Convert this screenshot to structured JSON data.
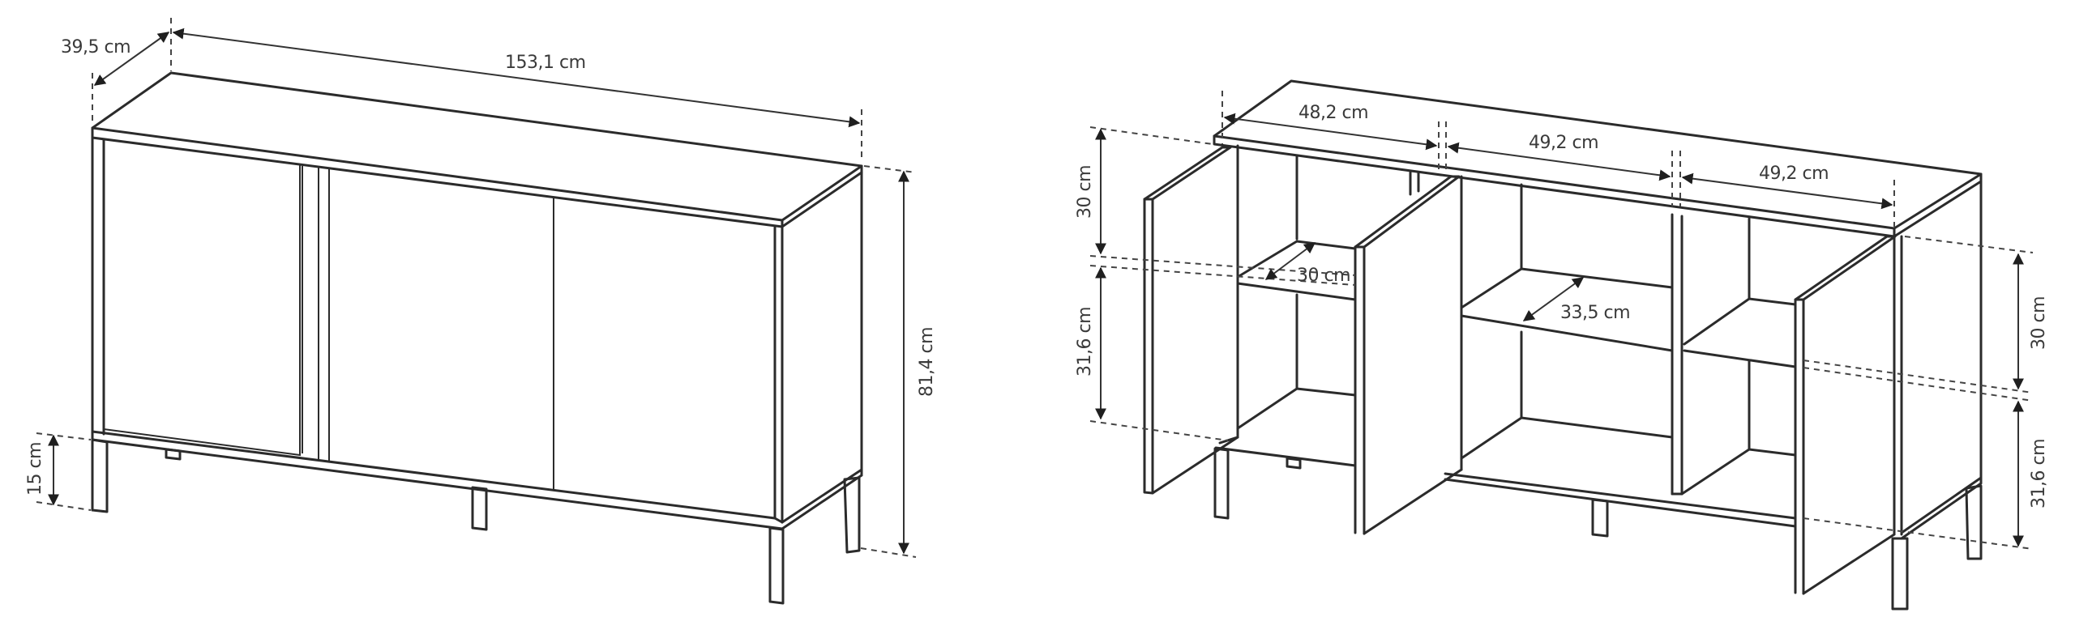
{
  "figure": {
    "title": "Sideboard dimension drawing",
    "views": [
      {
        "id": "closed-view",
        "description": "Sideboard with doors closed",
        "dimensions": {
          "depth": "39,5 cm",
          "width": "153,1 cm",
          "height": "81,4 cm",
          "leg_height": "15 cm"
        }
      },
      {
        "id": "open-view",
        "description": "Sideboard with doors open showing shelves",
        "dimensions": {
          "compartment_left_width": "48,2 cm",
          "compartment_middle_width": "49,2 cm",
          "compartment_right_width": "49,2 cm",
          "upper_height_left": "30 cm",
          "lower_height_left": "31,6 cm",
          "upper_height_right": "30 cm",
          "lower_height_right": "31,6 cm",
          "shelf_depth_left": "30 cm",
          "shelf_depth_middle": "33,5 cm"
        }
      }
    ]
  },
  "colors": {
    "line": "#2b2b2b",
    "text": "#3a3a3a",
    "background": "#ffffff"
  }
}
